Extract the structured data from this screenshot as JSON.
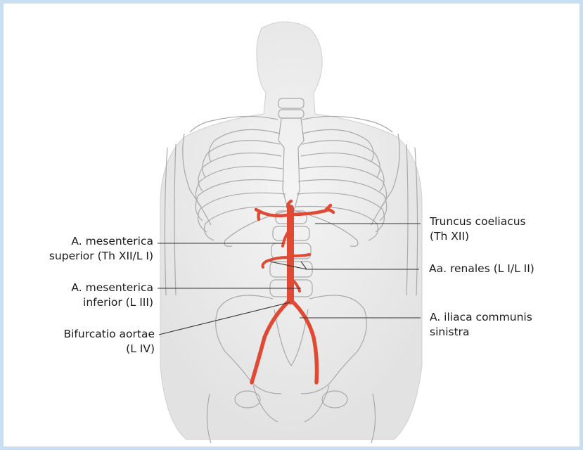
{
  "labels": {
    "truncus_line1": "Truncus coeliacus",
    "truncus_line2": "(Th XII)",
    "sup_line1": "A. mesenterica",
    "sup_line2": "superior (Th XII/L I)",
    "renales": "Aa. renales (L I/L II)",
    "inf_line1": "A. mesenterica",
    "inf_line2": "inferior (L III)",
    "iliaca_line1": "A. iliaca communis",
    "iliaca_line2": "sinistra",
    "bif_line1": "Bifurcatio aortae",
    "bif_line2": "(L IV)"
  },
  "colors": {
    "background_border": "#c9def0",
    "artery": "#e04a35",
    "skeleton_stroke": "#a9a9a9",
    "body_fill": "#ececec",
    "leader_line": "#333333"
  }
}
